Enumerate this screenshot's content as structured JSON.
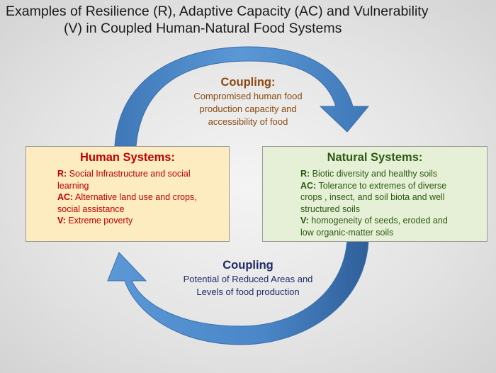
{
  "title": {
    "line1": "Examples of Resilience (R), Adaptive Capacity (AC) and Vulnerability",
    "line2": "(V) in Coupled Human-Natural Food Systems"
  },
  "coupling_top": {
    "heading": "Coupling:",
    "lines": [
      "Compromised human food",
      "production capacity and",
      "accessibility of food"
    ]
  },
  "coupling_bottom": {
    "heading": "Coupling",
    "lines": [
      "Potential of Reduced Areas and",
      "Levels of food production"
    ]
  },
  "human_systems": {
    "heading": "Human Systems:",
    "items": [
      {
        "key": "R:",
        "text": " Social Infrastructure and social learning"
      },
      {
        "key": "AC:",
        "text": " Alternative land use and crops, social assistance"
      },
      {
        "key": "V:",
        "text": " Extreme poverty"
      }
    ]
  },
  "natural_systems": {
    "heading": "Natural Systems:",
    "items": [
      {
        "key": "R:",
        "text": " Biotic diversity and healthy soils"
      },
      {
        "key": "AC:",
        "text": " Tolerance to extremes of diverse crops , insect, and soil biota and well structured soils"
      },
      {
        "key": "V:",
        "text": " homogeneity of seeds, eroded and low organic-matter soils"
      }
    ]
  },
  "colors": {
    "arrow_blue": "#4a86c8",
    "human_box_fill": "#fdecc0",
    "natural_box_fill": "#e6f0d6",
    "human_text": "#c00000",
    "natural_text": "#2a5a12",
    "coupling_top_text": "#8a4a10",
    "coupling_bottom_text": "#1f2a66"
  }
}
